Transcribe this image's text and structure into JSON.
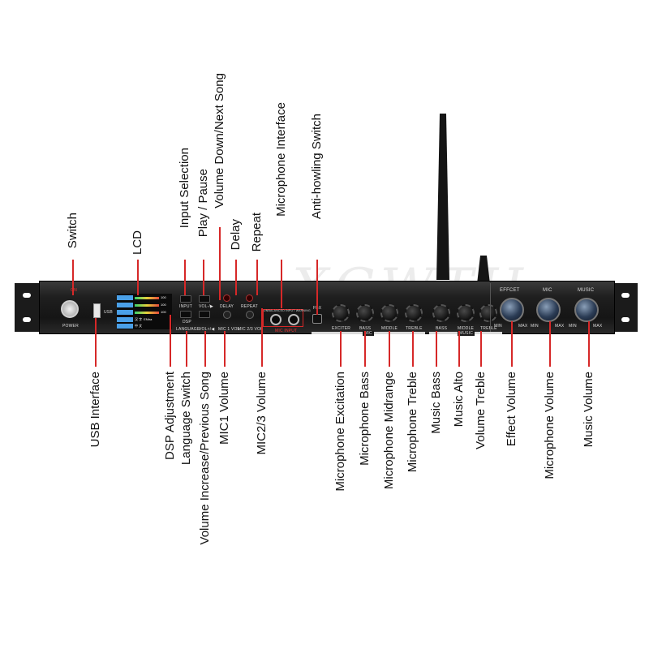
{
  "watermark": "XGWTH",
  "top_labels": [
    {
      "id": "switch",
      "text": "Switch"
    },
    {
      "id": "lcd",
      "text": "LCD"
    },
    {
      "id": "input-selection",
      "text": "Input Selection"
    },
    {
      "id": "play-pause",
      "text": "Play / Pause"
    },
    {
      "id": "volume-down-next",
      "text": "Volume Down/Next Song"
    },
    {
      "id": "delay",
      "text": "Delay"
    },
    {
      "id": "repeat",
      "text": "Repeat"
    },
    {
      "id": "microphone-interface",
      "text": "Microphone Interface"
    },
    {
      "id": "anti-howling",
      "text": "Anti-howling Switch"
    }
  ],
  "bottom_labels": [
    {
      "id": "usb-interface",
      "text": "USB Interface"
    },
    {
      "id": "dsp-adjustment",
      "text": "DSP Adjustment"
    },
    {
      "id": "language-switch",
      "text": "Language Switch"
    },
    {
      "id": "volume-increase-prev",
      "text": "Volume Increase/Previous Song"
    },
    {
      "id": "mic1-volume",
      "text": "MIC1 Volume"
    },
    {
      "id": "mic23-volume",
      "text": "MIC2/3 Volume"
    },
    {
      "id": "mic-excitation",
      "text": "Microphone Excitation"
    },
    {
      "id": "mic-bass",
      "text": "Microphone Bass"
    },
    {
      "id": "mic-midrange",
      "text": "Microphone Midrange"
    },
    {
      "id": "mic-treble",
      "text": "Microphone Treble"
    },
    {
      "id": "music-bass",
      "text": "Music Bass"
    },
    {
      "id": "music-alto",
      "text": "Music Alto"
    },
    {
      "id": "volume-treble",
      "text": "Volume Treble"
    },
    {
      "id": "effect-volume",
      "text": "Effect Volume"
    },
    {
      "id": "microphone-volume",
      "text": "Microphone Volume"
    },
    {
      "id": "music-volume",
      "text": "Music Volume"
    }
  ],
  "panel": {
    "on": "ON",
    "power": "POWER",
    "usb": "USB",
    "btn_input": "INPUT",
    "btn_dsp": "DSP",
    "btn_language": "LANGUAGE",
    "btn_vol_plus": "VOL+/◀",
    "btn_vol_minus": "VOL-/▶",
    "btn_delay": "DELAY",
    "btn_repeat": "REPEAT",
    "mic1_vol": "MIC 1 VOL",
    "mic23_vol": "MIC 2/3 VOL",
    "mic_input": "UNBALANCED INPUT  WARNING",
    "mic_sub": "MIC INPUT",
    "anti": "FBX",
    "knob_exciter": "EXCITER",
    "knob_bass": "BASS",
    "knob_middle": "MIDDLE",
    "knob_treble": "TREBLE",
    "group_mic": "MIC",
    "group_music": "MUSIC",
    "effect": "EFFCET",
    "mic": "MIC",
    "music": "MUSIC",
    "min": "MIN",
    "max": "MAX",
    "lcd_levels": [
      "100",
      "100",
      "100"
    ],
    "lcd_lang_1": "汉 字",
    "lcd_lang_2": "中 文",
    "lcd_mode": "ENtra"
  },
  "colors": {
    "leader": "#d62828",
    "panel": "#1a1a1a",
    "lcd": "#4aa0e8"
  }
}
